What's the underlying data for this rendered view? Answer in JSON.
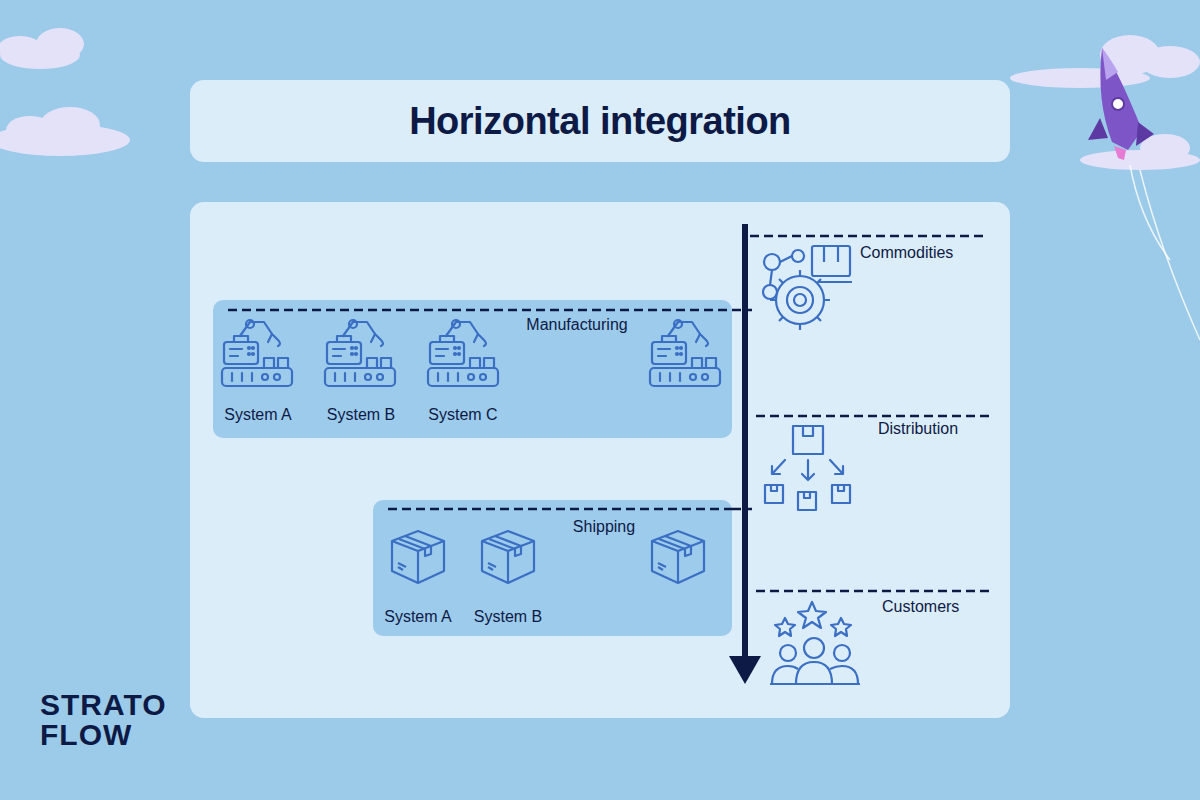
{
  "diagram": {
    "title": "Horizontal integration",
    "nodes": [
      {
        "text": [
          "Manufacturing"
        ]
      },
      {
        "text": [
          "System A"
        ],
        "in": 0
      },
      {
        "text": [
          "System B"
        ],
        "in": 0
      },
      {
        "text": [
          "System C"
        ],
        "in": 0
      },
      {
        "text": [
          "Shipping"
        ]
      },
      {
        "text": [
          "System A"
        ],
        "in": 4
      },
      {
        "text": [
          "System B"
        ],
        "in": 4
      }
    ],
    "labels": [
      "Commodities",
      "Distribution",
      "Customers",
      "STRATO",
      "FLOW"
    ]
  }
}
